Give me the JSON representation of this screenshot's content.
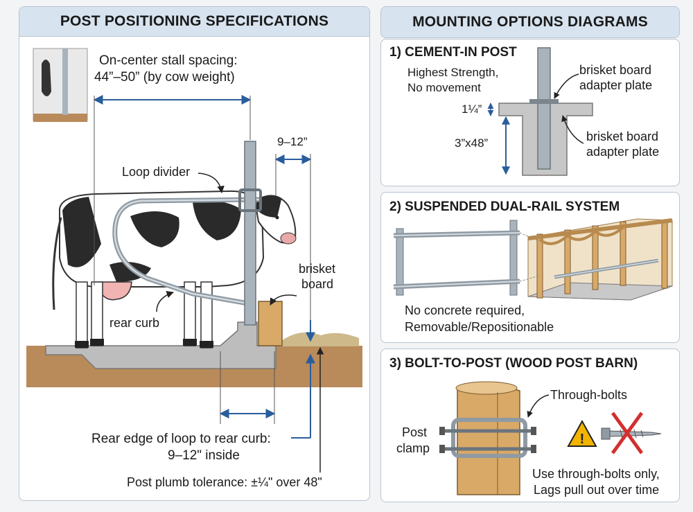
{
  "left": {
    "title": "POST POSITIONING SPECIFICATIONS",
    "spacing_line1": "On-center stall spacing:",
    "spacing_line2": "44”–50” (by cow weight)",
    "dim_9_12": "9–12”",
    "loop_divider": "Loop divider",
    "brisket_line1": "brisket",
    "brisket_line2": "board",
    "rear_curb": "rear curb",
    "rear_edge_line1": "Rear edge of loop to rear curb:",
    "rear_edge_line2": "9–12\" inside",
    "plumb": "Post plumb tolerance: ±¼\" over 48\""
  },
  "right": {
    "title": "MOUNTING OPTIONS DIAGRAMS",
    "cement": {
      "title": "1) CEMENT-IN POST",
      "desc_line1": "Highest Strength,",
      "desc_line2": "No movement",
      "adapter_top_line1": "brisket board",
      "adapter_top_line2": "adapter plate",
      "dim_small": "1¼”",
      "dim_large": "3”x48”",
      "adapter_bottom_line1": "brisket board",
      "adapter_bottom_line2": "adapter plate"
    },
    "suspended": {
      "title": "2) SUSPENDED DUAL-RAIL SYSTEM",
      "desc_line1": "No concrete required,",
      "desc_line2": "Removable/Repositionable"
    },
    "bolt": {
      "title": "3) BOLT-TO-POST (WOOD POST BARN)",
      "through_bolts": "Through-bolts",
      "clamp_line1": "Post",
      "clamp_line2": "clamp",
      "warn_line1": "Use through-bolts only,",
      "warn_line2": "Lags pull out over time"
    }
  },
  "colors": {
    "header_bg": "#d7e3ef",
    "dimension_blue": "#2a5d9c",
    "concrete": "#bdbdbd",
    "soil": "#b98a5a",
    "wood": "#d9a968",
    "steel": "#a9b3bc",
    "warning_yellow": "#f2b400",
    "cross_red": "#d32f2f"
  }
}
